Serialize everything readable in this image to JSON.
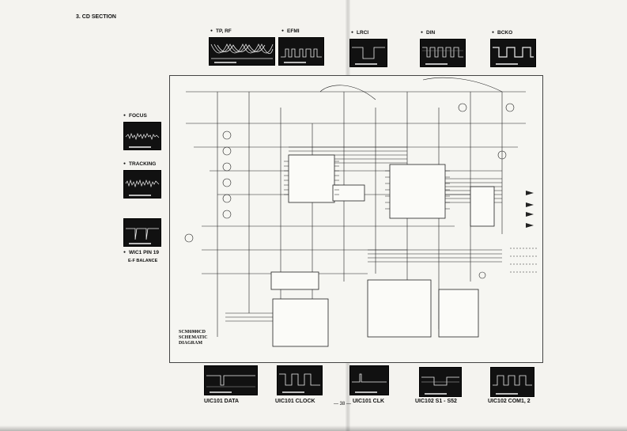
{
  "section_title": "3. CD SECTION",
  "top_scopes": [
    {
      "label": "TP, RF"
    },
    {
      "label": "EFMI"
    },
    {
      "label": "LRCI"
    },
    {
      "label": "DIN"
    },
    {
      "label": "BCKO"
    }
  ],
  "left_scopes": [
    {
      "label": "FOCUS"
    },
    {
      "label": "TRACKING"
    },
    {
      "label": "WIC1 PIN 19"
    }
  ],
  "balance_label": "E-F BALANCE",
  "bottom_scopes": [
    {
      "label": "UIC101 DATA"
    },
    {
      "label": "UIC101 CLOCK"
    },
    {
      "label": "UIC101 CLK"
    },
    {
      "label": "UIC102 S1 - S52"
    },
    {
      "label": "UIC102 COM1, 2"
    }
  ],
  "diagram_title": "SCM6900CD\nSCHEMATIC\nDIAGRAM",
  "page_number": "— 38 —"
}
